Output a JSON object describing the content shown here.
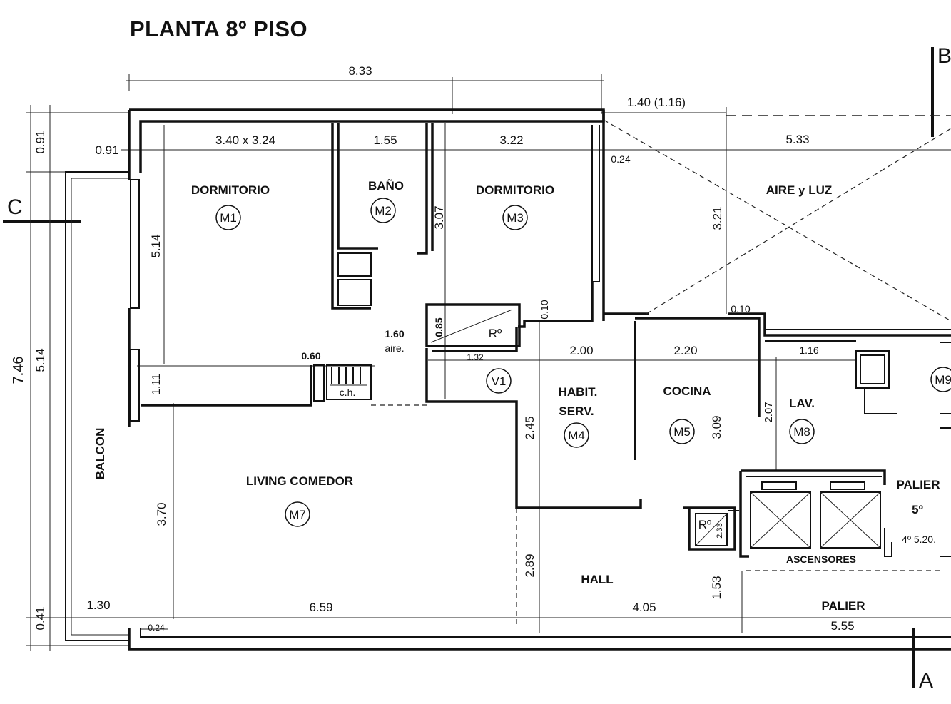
{
  "title": "PLANTA 8º PISO",
  "section_marks": {
    "a": "A",
    "b": "B",
    "c": "C"
  },
  "rooms": {
    "dormitorio1": {
      "label": "DORMITORIO",
      "tag": "M1",
      "dims": "3.40  x  3.24"
    },
    "bano": {
      "label": "BAÑO",
      "tag": "M2",
      "dims": "1.55"
    },
    "dormitorio2": {
      "label": "DORMITORIO",
      "tag": "M3",
      "dims": "3.22"
    },
    "aire_luz": {
      "label": "AIRE y LUZ",
      "dims": "5.33"
    },
    "habit_serv": {
      "label_line1": "HABIT.",
      "label_line2": "SERV.",
      "tag": "M4",
      "dims": "2.00"
    },
    "cocina": {
      "label": "COCINA",
      "tag": "M5",
      "dims": "2.20"
    },
    "lav": {
      "label": "LAV.",
      "tag": "M8",
      "dims": "1.16"
    },
    "living": {
      "label": "LIVING COMEDOR",
      "tag": "M7",
      "dims": "6.59"
    },
    "hall": {
      "label": "HALL",
      "dims": "4.05"
    },
    "palier_upper": {
      "label": "PALIER",
      "level": "5º",
      "note": "4º 5.20."
    },
    "palier_lower": {
      "label": "PALIER",
      "dims": "5.55"
    },
    "ascensores": {
      "label": "ASCENSORES"
    },
    "balcon": {
      "label": "BALCON",
      "dims": "1.30"
    },
    "m9_tag": "M9",
    "v1_tag": "V1",
    "rp_label": "Rº",
    "rp2_label": "Rº",
    "ch_label": "c.h.",
    "aire_label": "aire.",
    "aire_dim": "1.60"
  },
  "dimensions": {
    "overall_width": "8.33",
    "notch": "1.40  (1.16)",
    "left_total": "7.46",
    "left_514": "5.14",
    "left_091": "0.91",
    "left_041": "0.41",
    "dim_091_h": "0.91",
    "dorm_height": "5.14",
    "d024_top": "0.24",
    "d307": "3.07",
    "d321": "3.21",
    "d010": "0.10",
    "d085": "0.85",
    "d010_top": "0.10",
    "d060": "0.60",
    "d132": "1.32",
    "d111": "1.11",
    "d245": "2.45",
    "d309": "3.09",
    "d207": "2.07",
    "d370": "3.70",
    "d289": "2.89",
    "d153": "1.53",
    "d024_bottom": "0.24",
    "d233": "2.33"
  }
}
